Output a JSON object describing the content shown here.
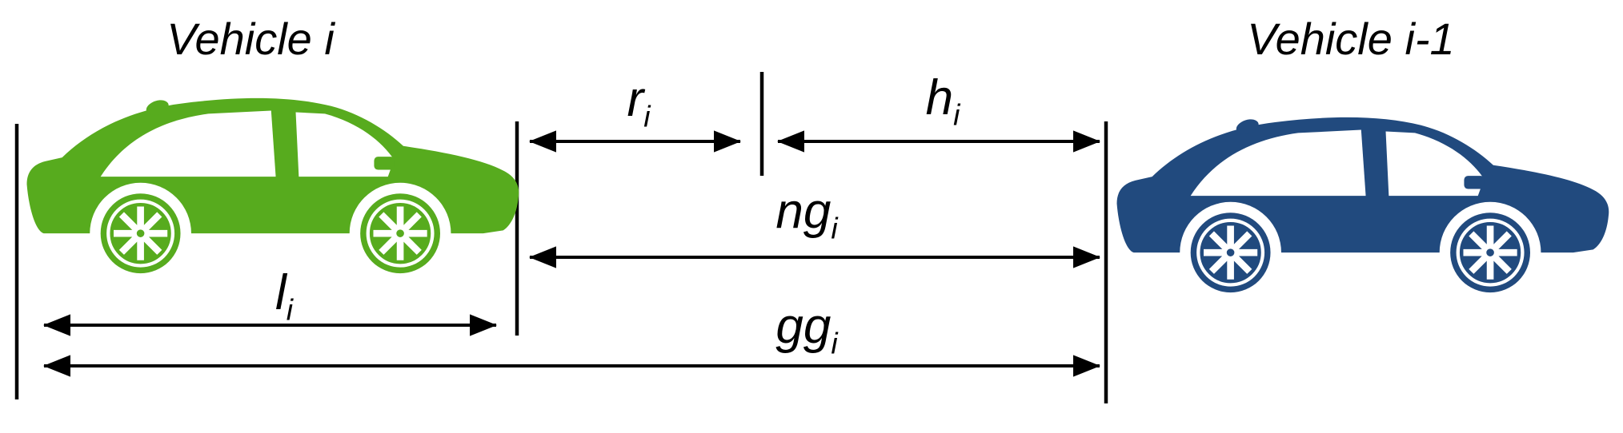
{
  "diagram": {
    "background": "#ffffff",
    "line_color": "#000000",
    "vehicles": [
      {
        "title": "Vehicle i",
        "color": "#57ab1e"
      },
      {
        "title": "Vehicle i-1",
        "color": "#214a7e"
      }
    ],
    "measurements": {
      "r": {
        "base": "r",
        "sub": "i"
      },
      "h": {
        "base": "h",
        "sub": "i"
      },
      "ng": {
        "base": "ng",
        "sub": "i"
      },
      "gg": {
        "base": "gg",
        "sub": "i"
      },
      "l": {
        "base": "l",
        "sub": "i"
      }
    }
  }
}
